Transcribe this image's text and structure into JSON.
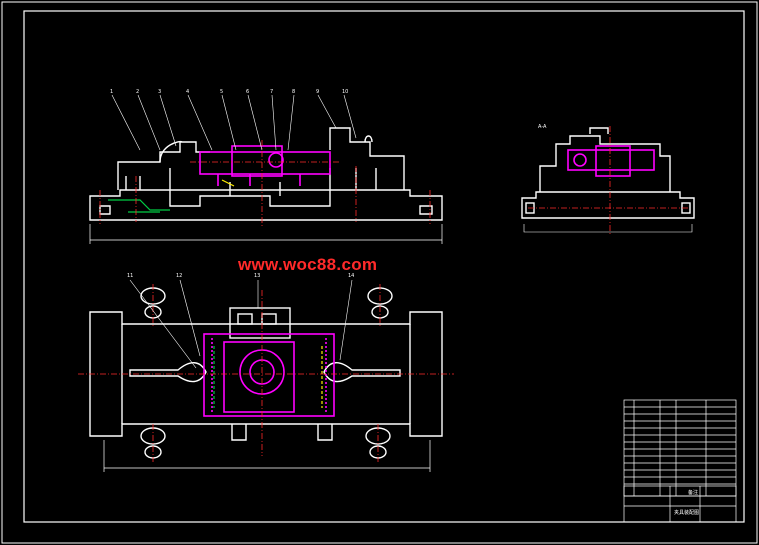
{
  "watermark": "www.woc88.com",
  "colors": {
    "background": "#000000",
    "outline": "#ffffff",
    "highlight": "#ff00ff",
    "centerline": "#ff2a2a",
    "accent_green": "#00cc44",
    "accent_yellow": "#ffee00",
    "watermark": "#ff2a2a"
  },
  "balloons_top": [
    "1",
    "2",
    "3",
    "4",
    "5",
    "6",
    "7",
    "8",
    "9",
    "10"
  ],
  "balloons_plan": [
    "11",
    "12",
    "13",
    "14"
  ],
  "side_view_label": "A-A",
  "title_block": {
    "drawing_title": "夹具装配图",
    "label": "备注"
  }
}
